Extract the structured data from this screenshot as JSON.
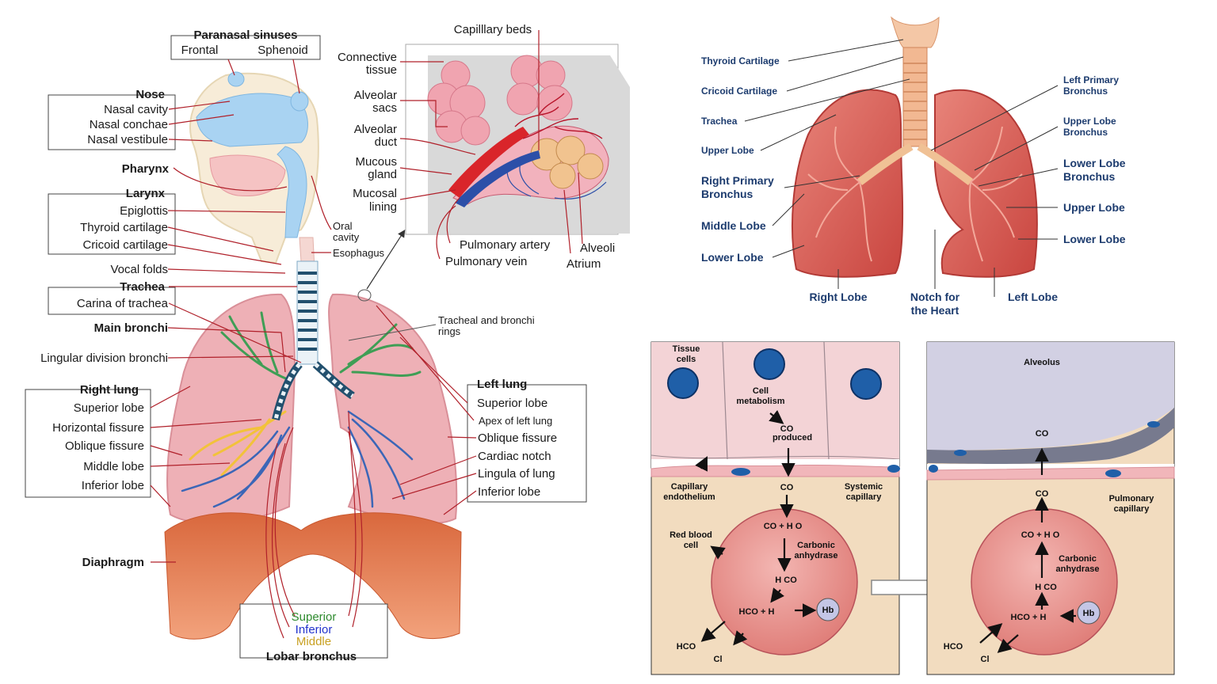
{
  "respiratory_system": {
    "paranasal_sinuses": "Paranasal sinuses",
    "frontal": "Frontal",
    "sphenoid": "Sphenoid",
    "nose": "Nose",
    "nasal_cavity": "Nasal cavity",
    "nasal_conchae": "Nasal conchae",
    "nasal_vestibule": "Nasal vestibule",
    "pharynx": "Pharynx",
    "larynx": "Larynx",
    "epiglottis": "Epiglottis",
    "thyroid_cartilage": "Thyroid cartilage",
    "cricoid_cartilage": "Cricoid cartilage",
    "vocal_folds": "Vocal folds",
    "trachea": "Trachea",
    "carina": "Carina of trachea",
    "main_bronchi": "Main bronchi",
    "lingular": "Lingular division bronchi",
    "right_lung": "Right lung",
    "r_superior": "Superior lobe",
    "horizontal_fissure": "Horizontal fissure",
    "r_oblique": "Oblique fissure",
    "middle_lobe": "Middle lobe",
    "r_inferior": "Inferior lobe",
    "diaphragm": "Diaphragm",
    "oral_cavity_1": "Oral",
    "oral_cavity_2": "cavity",
    "esophagus": "Esophagus",
    "tracheal_rings_1": "Tracheal and bronchi",
    "tracheal_rings_2": "rings",
    "left_lung": "Left lung",
    "l_superior": "Superior lobe",
    "apex": "Apex of left lung",
    "l_oblique": "Oblique fissure",
    "cardiac_notch": "Cardiac notch",
    "lingula": "Lingula of lung",
    "l_inferior": "Inferior lobe",
    "lobar_superior": "Superior",
    "lobar_inferior": "Inferior",
    "lobar_middle": "Middle",
    "lobar_bronchus": "Lobar bronchus"
  },
  "alveoli_inset": {
    "capillary_beds": "Capilllary beds",
    "connective_1": "Connective",
    "connective_2": "tissue",
    "alveolar_sacs_1": "Alveolar",
    "alveolar_sacs_2": "sacs",
    "alveolar_duct_1": "Alveolar",
    "alveolar_duct_2": "duct",
    "mucous_gland_1": "Mucous",
    "mucous_gland_2": "gland",
    "mucosal_lining_1": "Mucosal",
    "mucosal_lining_2": "lining",
    "pulmonary_artery": "Pulmonary artery",
    "pulmonary_vein": "Pulmonary vein",
    "alveoli": "Alveoli",
    "atrium": "Atrium"
  },
  "lungs_diagram": {
    "thyroid_cartilage": "Thyroid Cartilage",
    "cricoid_cartilage": "Cricoid Cartilage",
    "trachea": "Trachea",
    "upper_lobe_r": "Upper Lobe",
    "right_primary_1": "Right Primary",
    "right_primary_2": "Bronchus",
    "middle_lobe": "Middle Lobe",
    "lower_lobe_r": "Lower Lobe",
    "right_lobe": "Right Lobe",
    "notch_1": "Notch for",
    "notch_2": "the Heart",
    "left_lobe": "Left Lobe",
    "left_primary_1": "Left Primary",
    "left_primary_2": "Bronchus",
    "upper_lobe_bronchus_1": "Upper Lobe",
    "upper_lobe_bronchus_2": "Bronchus",
    "lower_lobe_bronchus_1": "Lower Lobe",
    "lower_lobe_bronchus_2": "Bronchus",
    "upper_lobe_l": "Upper Lobe",
    "lower_lobe_l": "Lower Lobe"
  },
  "gas_exchange": {
    "tissue_cells_1": "Tissue",
    "tissue_cells_2": "cells",
    "cell_metabolism_1": "Cell",
    "cell_metabolism_2": "metabolism",
    "co2_produced_1": "CO",
    "co2_produced_2": "produced",
    "capillary_endothelium_1": "Capillary",
    "capillary_endothelium_2": "endothelium",
    "systemic_capillary_1": "Systemic",
    "systemic_capillary_2": "capillary",
    "co2": "CO",
    "rbc_1": "Red blood",
    "rbc_2": "cell",
    "co2_h2o": "CO  +  H O",
    "carbonic_1": "Carbonic",
    "carbonic_2": "anhydrase",
    "h2co3": "H CO",
    "hco3_h": "HCO  + H",
    "hb": "Hb",
    "hco3": "HCO",
    "cl": "Cl",
    "alveolus": "Alveolus",
    "pulmonary_capillary_1": "Pulmonary",
    "pulmonary_capillary_2": "capillary"
  },
  "colors": {
    "superior": "#2e8b2e",
    "inferior": "#2233cc",
    "middle": "#c8a020",
    "lung_pink": "#e8a0a8",
    "diaphragm": "#e9875a",
    "navy": "#1c3b6e"
  }
}
